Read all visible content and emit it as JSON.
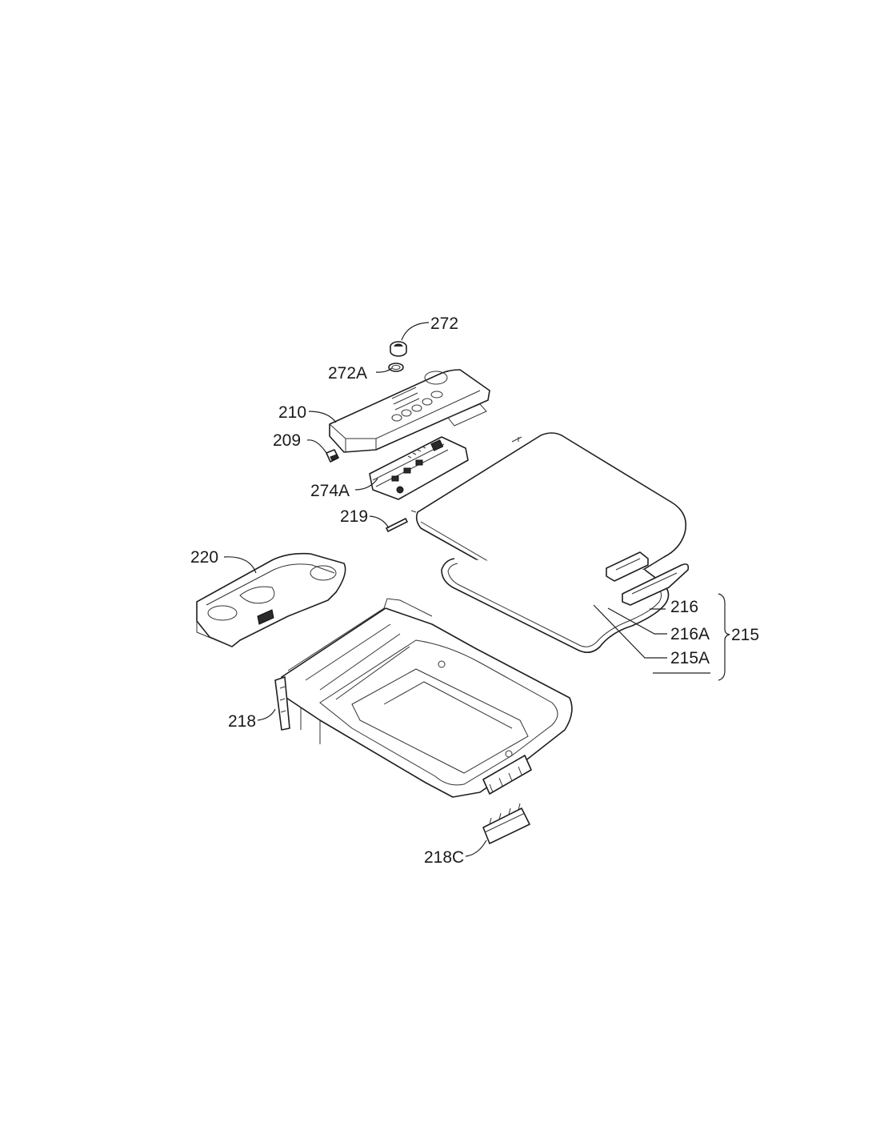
{
  "callouts": {
    "c272": "272",
    "c272A": "272A",
    "c210": "210",
    "c209": "209",
    "c274A": "274A",
    "c219": "219",
    "c220": "220",
    "c216": "216",
    "c216A": "216A",
    "c215A": "215A",
    "c215": "215",
    "c218": "218",
    "c218C": "218C"
  }
}
